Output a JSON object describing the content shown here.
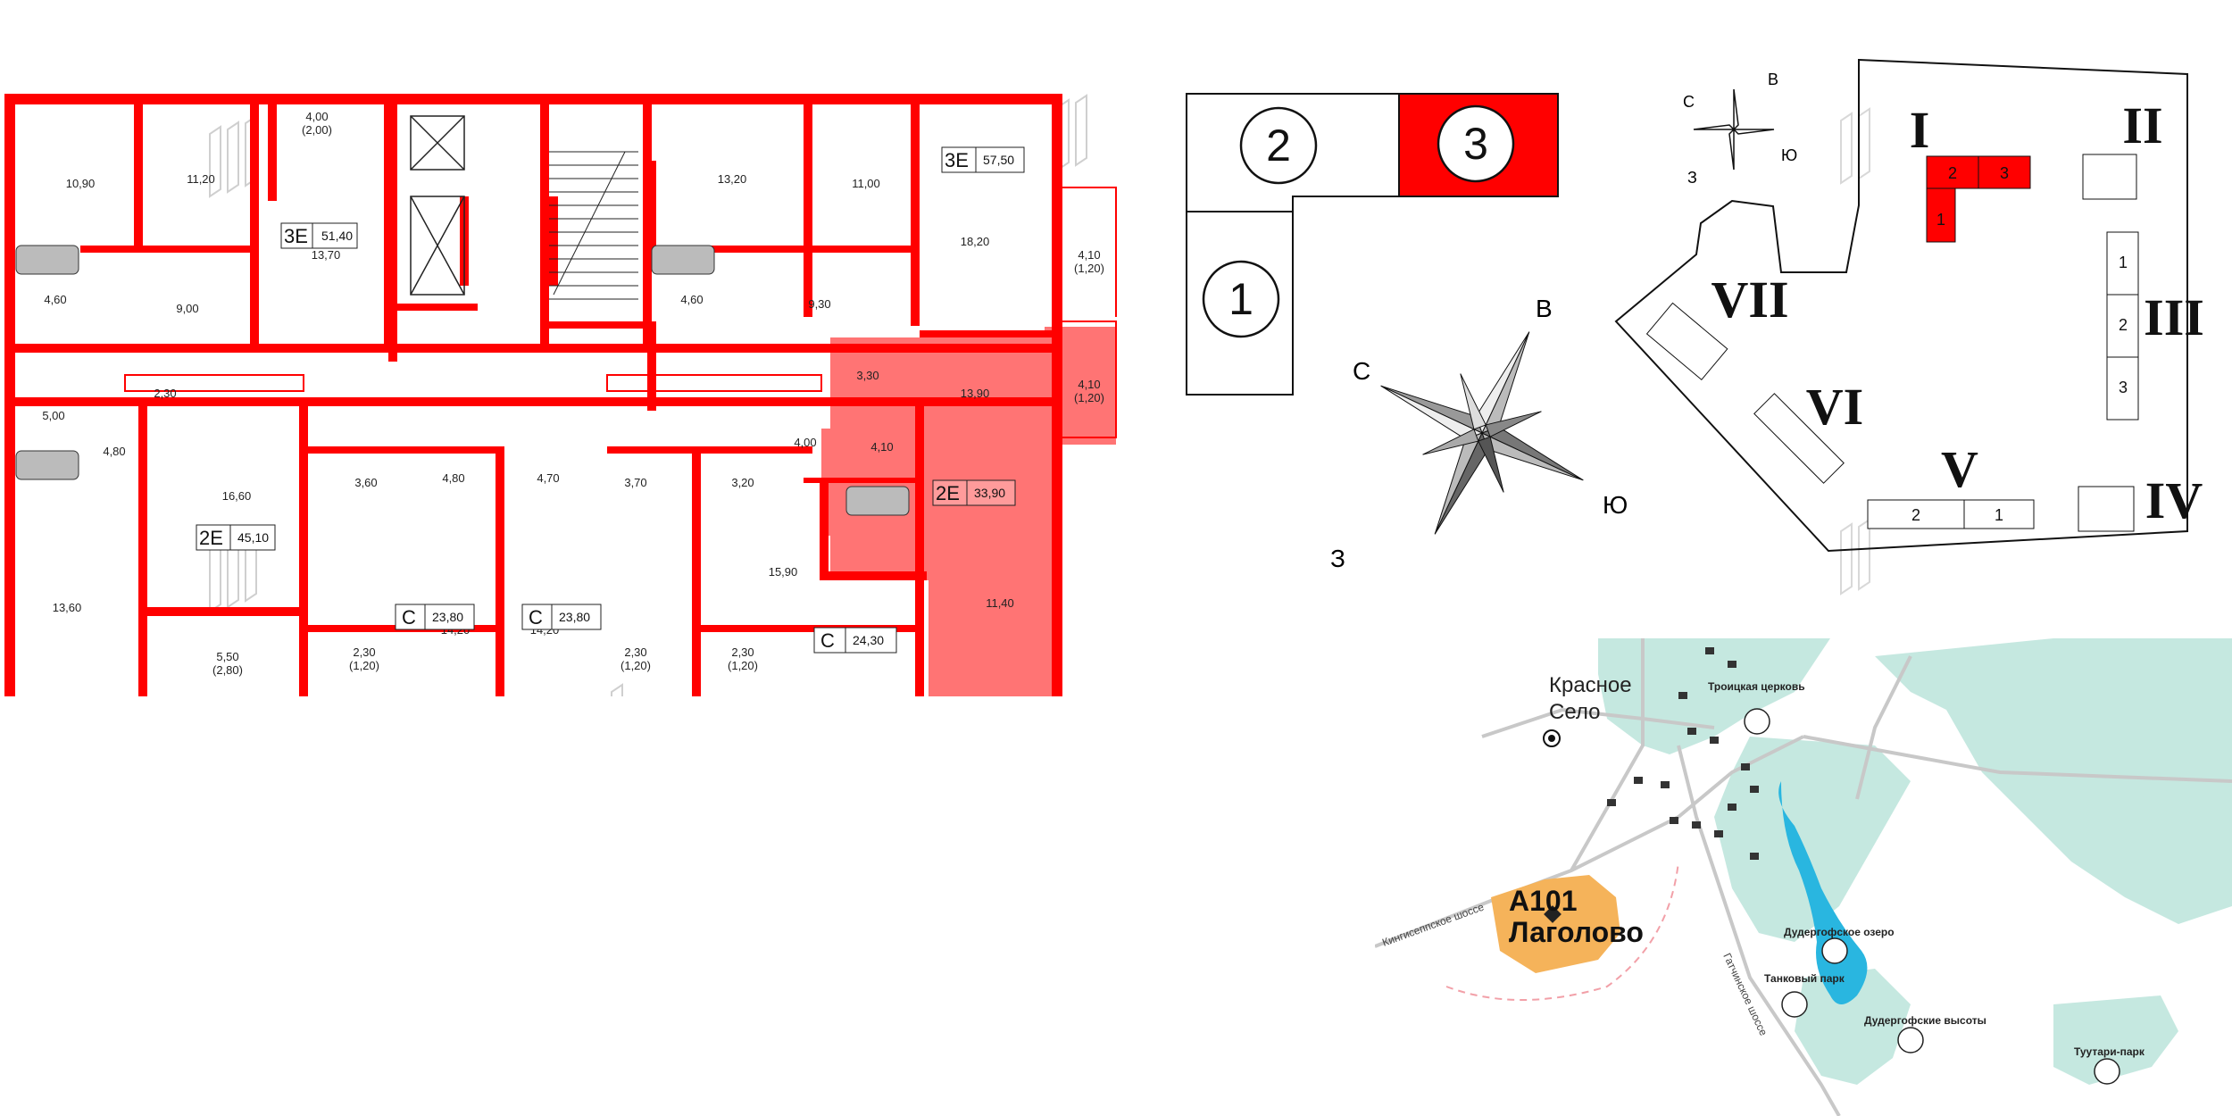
{
  "colors": {
    "wall": "#ff0000",
    "selected_fill": "#ff7474",
    "water": "#29b6e0",
    "park": "#c5e8e0",
    "district": "#f5b35a",
    "road": "#c8c8c8"
  },
  "floor_plan": {
    "rooms": [
      {
        "id": "r1",
        "label": "10,90"
      },
      {
        "id": "r2",
        "label": "11,20"
      },
      {
        "id": "r3",
        "label": "4,00",
        "sub": "(2,00)"
      },
      {
        "id": "r4",
        "label": "13,70"
      },
      {
        "id": "r5",
        "label": "4,60"
      },
      {
        "id": "r6",
        "label": "9,00"
      },
      {
        "id": "r7",
        "label": "13,20"
      },
      {
        "id": "r8",
        "label": "11,00"
      },
      {
        "id": "r9",
        "label": "18,20"
      },
      {
        "id": "r10",
        "label": "4,10",
        "sub": "(1,20)"
      },
      {
        "id": "r11",
        "label": "4,60"
      },
      {
        "id": "r12",
        "label": "9,30"
      },
      {
        "id": "r13",
        "label": "2,30"
      },
      {
        "id": "r14",
        "label": "5,00"
      },
      {
        "id": "r15",
        "label": "4,80"
      },
      {
        "id": "r16",
        "label": "16,60"
      },
      {
        "id": "r17",
        "label": "3,60"
      },
      {
        "id": "r18",
        "label": "4,80"
      },
      {
        "id": "r19",
        "label": "4,70"
      },
      {
        "id": "r20",
        "label": "3,70"
      },
      {
        "id": "r21",
        "label": "3,20"
      },
      {
        "id": "r22",
        "label": "4,00"
      },
      {
        "id": "r23",
        "label": "3,30"
      },
      {
        "id": "r24",
        "label": "13,90"
      },
      {
        "id": "r25",
        "label": "4,10",
        "sub": "(1,20)"
      },
      {
        "id": "r26",
        "label": "4,10"
      },
      {
        "id": "r27",
        "label": "13,60"
      },
      {
        "id": "r28",
        "label": "5,50",
        "sub": "(2,80)"
      },
      {
        "id": "r29",
        "label": "2,30",
        "sub": "(1,20)"
      },
      {
        "id": "r30",
        "label": "14,20"
      },
      {
        "id": "r31",
        "label": "14,20"
      },
      {
        "id": "r32",
        "label": "2,30",
        "sub": "(1,20)"
      },
      {
        "id": "r33",
        "label": "2,30",
        "sub": "(1,20)"
      },
      {
        "id": "r34",
        "label": "15,90"
      },
      {
        "id": "r35",
        "label": "11,40"
      }
    ],
    "apartments": [
      {
        "id": "a1",
        "type": "3Е",
        "area": "51,40"
      },
      {
        "id": "a2",
        "type": "3Е",
        "area": "57,50"
      },
      {
        "id": "a3",
        "type": "2Е",
        "area": "45,10"
      },
      {
        "id": "a4",
        "type": "С",
        "area": "23,80"
      },
      {
        "id": "a5",
        "type": "С",
        "area": "23,80"
      },
      {
        "id": "a6",
        "type": "С",
        "area": "24,30"
      },
      {
        "id": "a7",
        "type": "2Е",
        "area": "33,90",
        "selected": true
      }
    ]
  },
  "sections_key": {
    "labels": [
      "2",
      "3",
      "1"
    ],
    "selected": "3"
  },
  "compass": {
    "N": "С",
    "E": "В",
    "S": "Ю",
    "W": "З"
  },
  "site_plan": {
    "buildings": [
      "I",
      "II",
      "III",
      "IV",
      "V",
      "VI",
      "VII"
    ],
    "building_I_sections": [
      "2",
      "3",
      "1"
    ],
    "building_III_sections": [
      "1",
      "2",
      "3"
    ],
    "building_V_sections": [
      "2",
      "1"
    ]
  },
  "area_map": {
    "district_line1": "А101",
    "district_line2": "Лаголово",
    "town_line1": "Красное",
    "town_line2": "Село",
    "pois": [
      "Троицкая церковь",
      "Дудергофское озеро",
      "Танковый парк",
      "Дудергофские высоты",
      "Туутари-парк"
    ],
    "roads": [
      "Кингисеппское шоссе",
      "Гатчинское шоссе"
    ]
  }
}
